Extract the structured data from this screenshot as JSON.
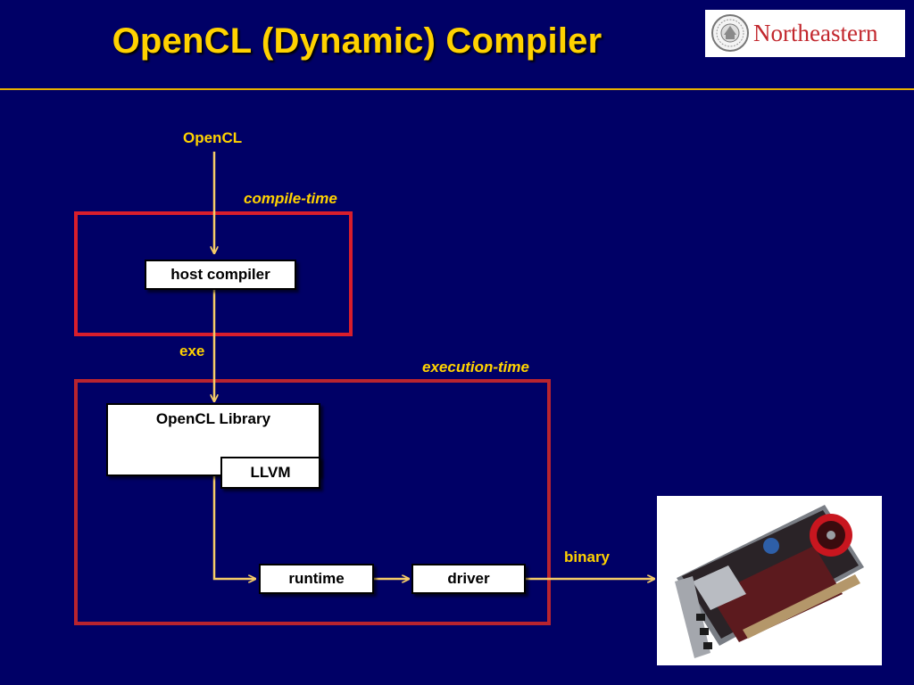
{
  "slide": {
    "title": "OpenCL (Dynamic) Compiler",
    "logo": {
      "text": "Northeastern",
      "seal": "university-seal"
    }
  },
  "diagram": {
    "labels": {
      "opencl": "OpenCL",
      "compile_time": "compile-time",
      "exe": "exe",
      "execution_time": "execution-time",
      "binary": "binary"
    },
    "nodes": {
      "host_compiler": "host compiler",
      "opencl_library": "OpenCL Library",
      "llvm": "LLVM",
      "runtime": "runtime",
      "driver": "driver"
    }
  },
  "photo": {
    "subject": "graphics-card"
  },
  "colors": {
    "background": "#000066",
    "title": "#FFD200",
    "label": "#FFD200",
    "arrow": "#F5CC68",
    "region_border": "#D81E2C",
    "logo_text": "#C2272D"
  }
}
